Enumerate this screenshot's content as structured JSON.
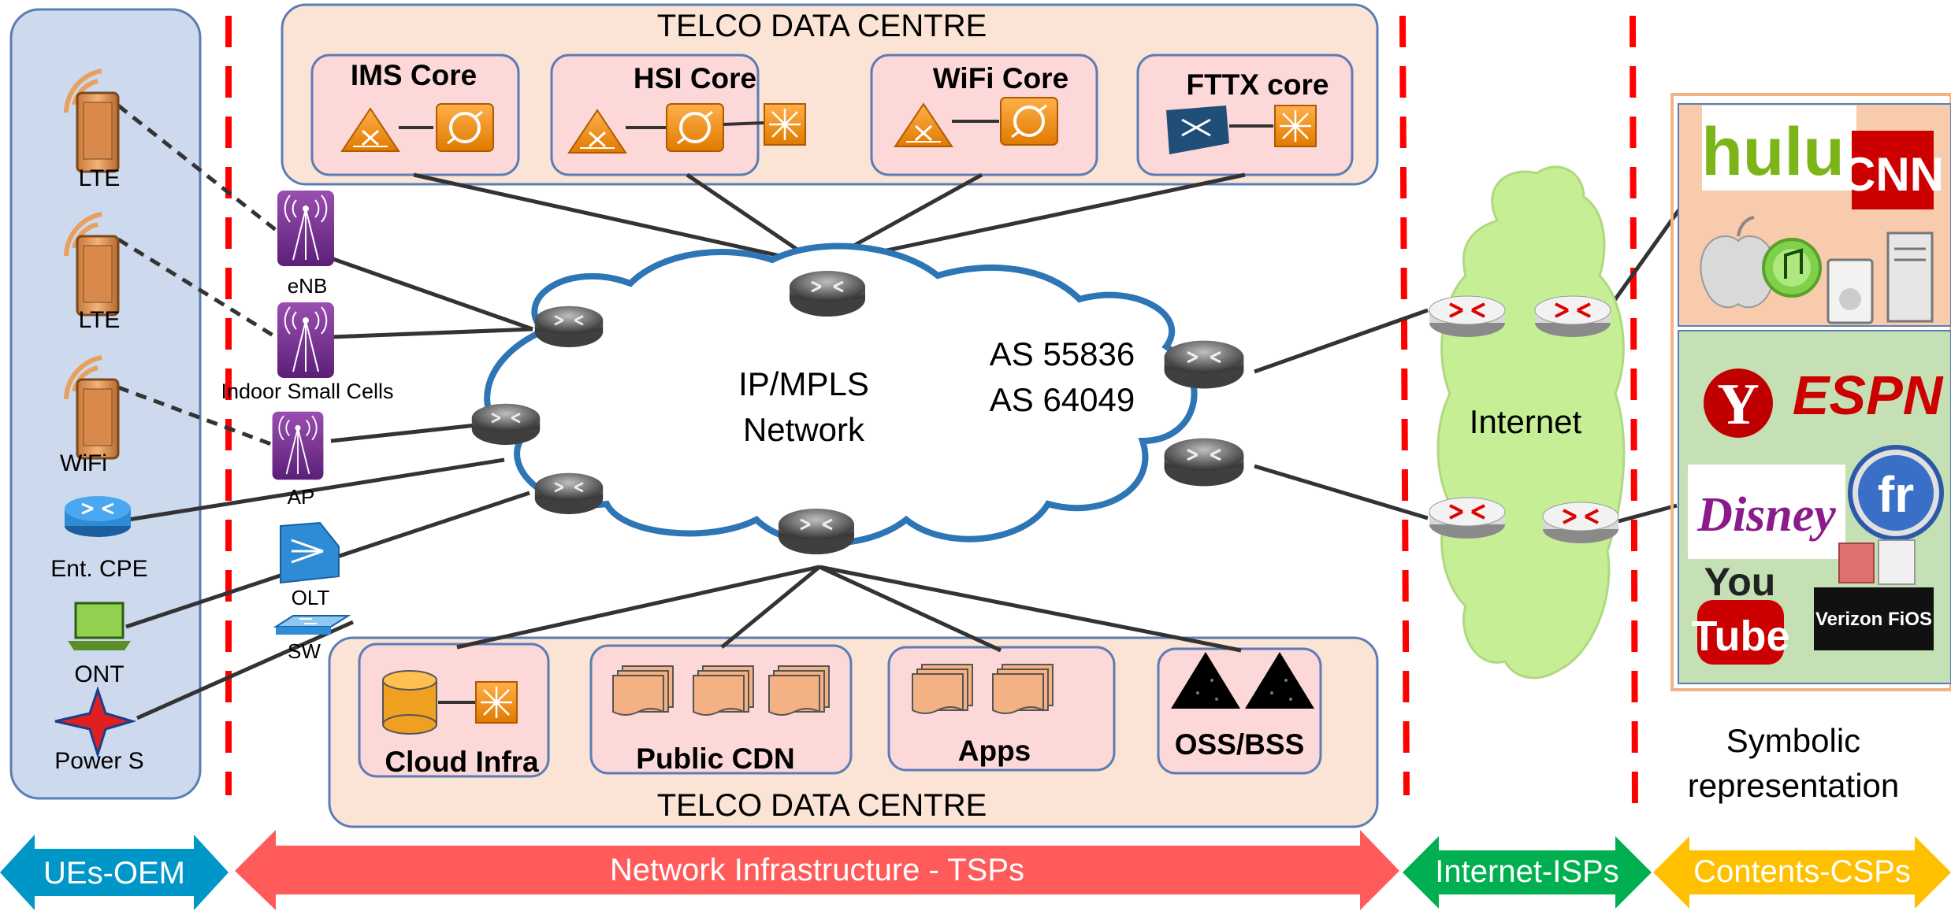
{
  "top_centre_title": "TELCO DATA CENTRE",
  "bottom_centre_title": "TELCO DATA CENTRE",
  "top_boxes": [
    "IMS Core",
    "HSI Core",
    "WiFi Core",
    "FTTX core"
  ],
  "bottom_boxes": [
    "Cloud Infra",
    "Public CDN",
    "Apps",
    "OSS/BSS"
  ],
  "ue_devices": [
    "LTE",
    "LTE",
    "WiFi",
    "Ent. CPE",
    "ONT",
    "Power S"
  ],
  "access_nodes": [
    "eNB",
    "Indoor Small Cells",
    "AP",
    "OLT",
    "SW"
  ],
  "cloud_label_line1": "IP/MPLS",
  "cloud_label_line2": "Network",
  "as_line1": "AS 55836",
  "as_line2": "AS 64049",
  "internet_label": "Internet",
  "logos": [
    "hulu",
    "CNN",
    "ESPN",
    "Disney",
    "fr",
    "You",
    "Tube",
    "Verizon FiOS"
  ],
  "symbolic_line1": "Symbolic",
  "symbolic_line2": "representation",
  "bottom_arrows": [
    "UEs-OEM",
    "Network Infrastructure - TSPs",
    "Internet-ISPs",
    "Contents-CSPs"
  ],
  "colors": {
    "ue_panel": "#cdd9ec",
    "dc_panel": "#fbe4d5",
    "sub_box": "#fcd8d8",
    "cloud_stroke": "#2e75b6",
    "internet_cloud": "#c6ef95",
    "arrow_ue": "#0096c7",
    "arrow_net": "#ff5b5b",
    "arrow_isp": "#00b050",
    "arrow_csp": "#ffc000",
    "divider": "#ff0000"
  }
}
